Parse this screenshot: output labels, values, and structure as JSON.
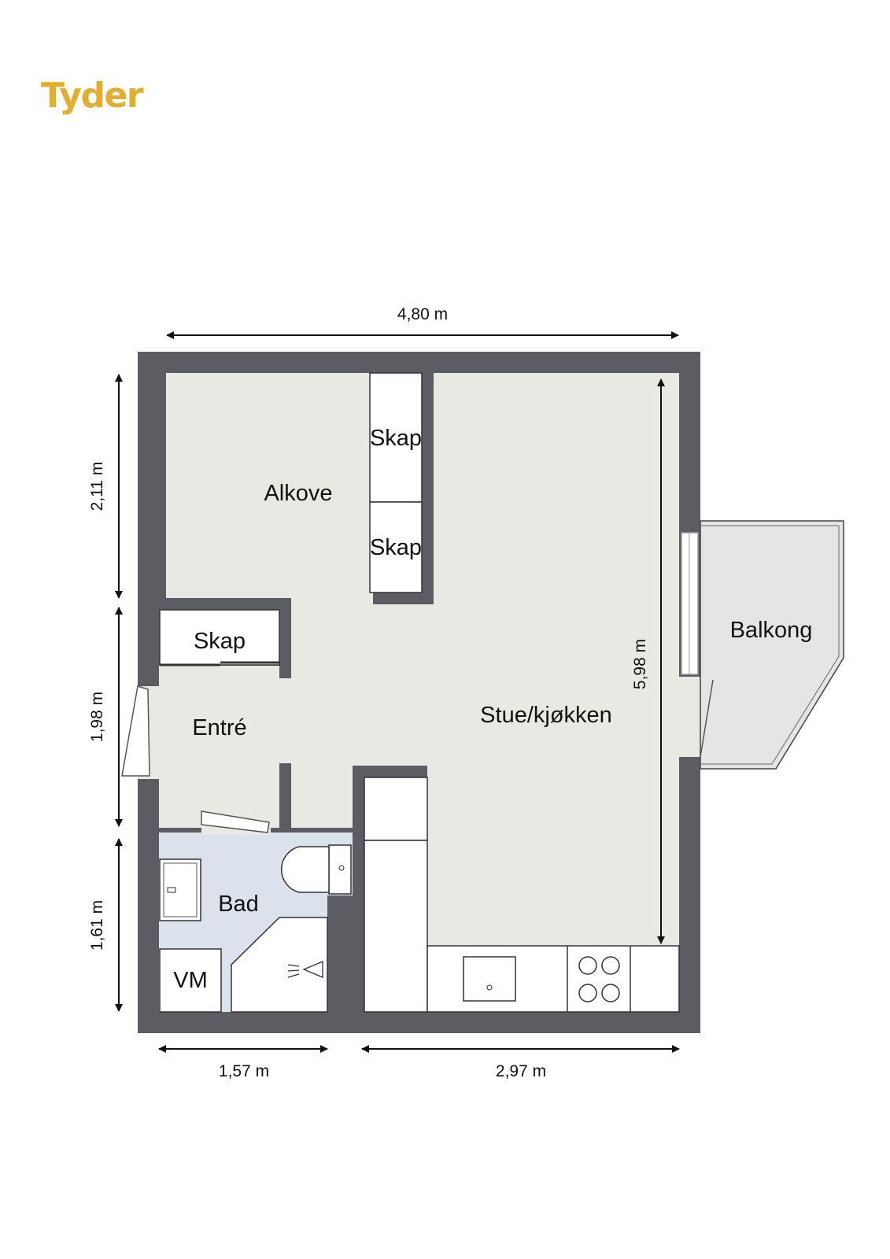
{
  "brand": {
    "name": "Tyder",
    "color": "#E3AE2C"
  },
  "rooms": {
    "alkove": "Alkove",
    "skap_top": "Skap",
    "skap_mid": "Skap",
    "skap_entry": "Skap",
    "entre": "Entré",
    "stue": "Stue/kjøkken",
    "balkong": "Balkong",
    "bad": "Bad",
    "vm": "VM"
  },
  "dimensions": {
    "top_width": "4,80 m",
    "left_upper": "2,11 m",
    "left_middle": "1,98 m",
    "left_lower": "1,61 m",
    "right_height": "5,98 m",
    "bottom_left": "1,57 m",
    "bottom_right": "2,97 m"
  },
  "colors": {
    "wall": "#5B5D62",
    "floor": "#E8E9E3",
    "bathroom": "#DCE2EC",
    "balcony": "#E4E5E4",
    "fixture": "#FFFFFF",
    "line": "#3A3A3A"
  }
}
